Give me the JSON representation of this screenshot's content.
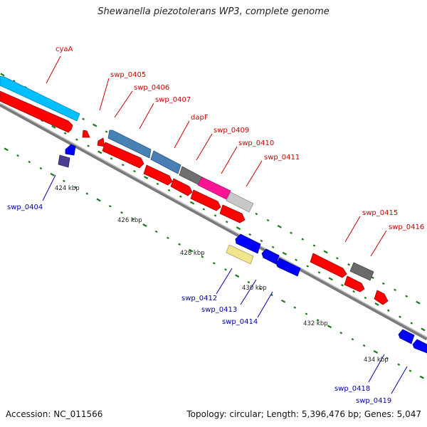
{
  "title": "Shewanella piezotolerans WP3, complete genome",
  "footer": {
    "accession": "Accession: NC_011566",
    "topology": "Topology: circular; Length: 5,396,476 bp; Genes: 5,047"
  },
  "colors": {
    "forward_gene": "#ff0000",
    "reverse_gene": "#0000ff",
    "forward_label": "#cc0000",
    "reverse_label": "#0000aa",
    "backbone": "#808080",
    "tick": "#1a7a1a"
  },
  "scale_labels": [
    "424 kbp",
    "426 kbp",
    "428 kbp",
    "430 kbp",
    "432 kbp",
    "434 kbp"
  ],
  "forward_labels": [
    "cyaA",
    "swp_0405",
    "swp_0406",
    "swp_0407",
    "dapF",
    "swp_0409",
    "swp_0410",
    "swp_0411",
    "swp_0415",
    "swp_0416"
  ],
  "reverse_labels": [
    "swp_0404",
    "swp_0412",
    "swp_0413",
    "swp_0414",
    "swp_0418",
    "swp_0419"
  ]
}
